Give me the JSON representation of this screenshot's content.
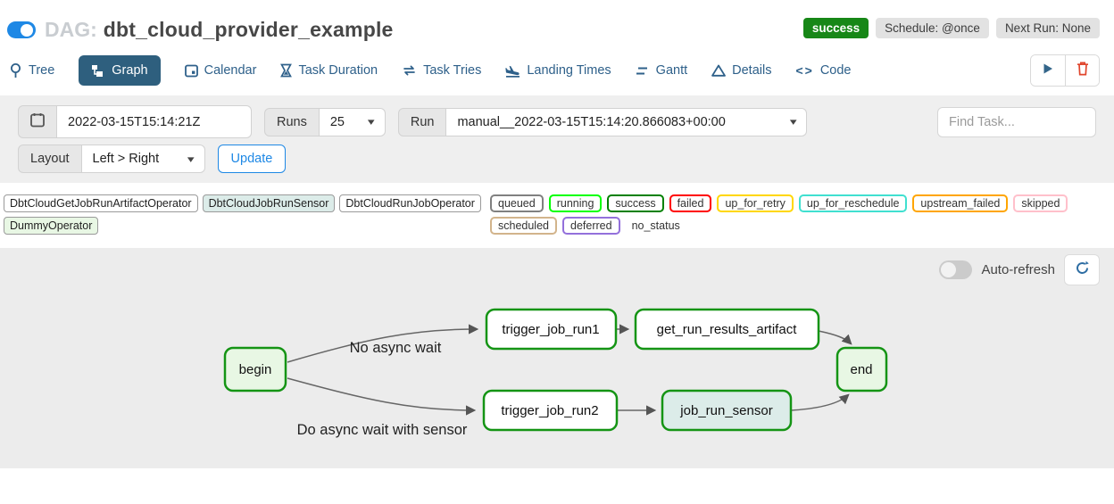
{
  "header": {
    "dag_prefix": "DAG:",
    "dag_title": "dbt_cloud_provider_example",
    "status_badge": "success",
    "schedule_badge": "Schedule: @once",
    "next_run_badge": "Next Run: None",
    "toggle_state": "on",
    "toggle_color": "#1e88e5",
    "success_color": "#178717"
  },
  "tabs": [
    {
      "label": "Tree",
      "icon": "tree-icon"
    },
    {
      "label": "Graph",
      "icon": "graph-icon",
      "active": true
    },
    {
      "label": "Calendar",
      "icon": "calendar-icon"
    },
    {
      "label": "Task Duration",
      "icon": "hourglass-icon"
    },
    {
      "label": "Task Tries",
      "icon": "repeat-icon"
    },
    {
      "label": "Landing Times",
      "icon": "plane-landing-icon"
    },
    {
      "label": "Gantt",
      "icon": "gantt-icon"
    },
    {
      "label": "Details",
      "icon": "triangle-icon"
    },
    {
      "label": "Code",
      "icon": "code-icon",
      "code_glyph": "<>"
    }
  ],
  "tab_actions": {
    "play": "play-icon",
    "delete": "trash-icon",
    "play_color": "#33658a",
    "delete_color": "#e0452c"
  },
  "filters": {
    "date_value": "2022-03-15T15:14:21Z",
    "runs_label": "Runs",
    "runs_value": "25",
    "run_label": "Run",
    "run_value": "manual__2022-03-15T15:14:20.866083+00:00",
    "find_task_placeholder": "Find Task...",
    "layout_label": "Layout",
    "layout_value": "Left > Right",
    "update_label": "Update",
    "accent_color": "#1e88e5"
  },
  "legend": {
    "operators": [
      {
        "label": "DbtCloudGetJobRunArtifactOperator",
        "color": "#ffffff"
      },
      {
        "label": "DbtCloudJobRunSensor",
        "color": "#dcece9"
      },
      {
        "label": "DbtCloudRunJobOperator",
        "color": "#ffffff"
      },
      {
        "label": "DummyOperator",
        "color": "#e8f7e4"
      }
    ],
    "statuses": [
      {
        "label": "queued",
        "color": "#808080"
      },
      {
        "label": "running",
        "color": "#00ff00"
      },
      {
        "label": "success",
        "color": "#008000"
      },
      {
        "label": "failed",
        "color": "#ff0000"
      },
      {
        "label": "up_for_retry",
        "color": "#ffd700"
      },
      {
        "label": "up_for_reschedule",
        "color": "#40e0d0"
      },
      {
        "label": "upstream_failed",
        "color": "#ffa500"
      },
      {
        "label": "skipped",
        "color": "#ffc0cb"
      },
      {
        "label": "scheduled",
        "color": "#d2b48c"
      },
      {
        "label": "deferred",
        "color": "#9370db"
      },
      {
        "label": "no_status",
        "color": "none"
      }
    ]
  },
  "graph": {
    "auto_refresh_label": "Auto-refresh",
    "refresh_icon": "refresh-icon",
    "node_border_color": "#149414",
    "edge_color": "#666666",
    "edge_labels": [
      {
        "text": "No async wait"
      },
      {
        "text": "Do async wait with sensor"
      }
    ],
    "nodes": [
      {
        "id": "begin",
        "label": "begin",
        "fill": "#e8f7e4"
      },
      {
        "id": "trigger_job_run1",
        "label": "trigger_job_run1",
        "fill": "#ffffff"
      },
      {
        "id": "get_run_results_artifact",
        "label": "get_run_results_artifact",
        "fill": "#ffffff"
      },
      {
        "id": "end",
        "label": "end",
        "fill": "#e8f7e4"
      },
      {
        "id": "trigger_job_run2",
        "label": "trigger_job_run2",
        "fill": "#ffffff"
      },
      {
        "id": "job_run_sensor",
        "label": "job_run_sensor",
        "fill": "#dcece9"
      }
    ]
  }
}
